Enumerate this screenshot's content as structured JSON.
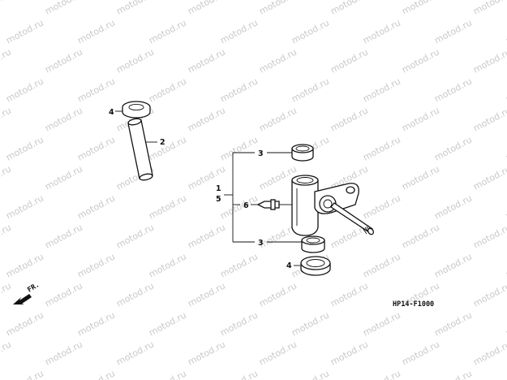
{
  "watermark": {
    "text": "motod.ru",
    "color": "#c9c9c9"
  },
  "callouts": {
    "c4_top": "4",
    "c2": "2",
    "c3_top": "3",
    "c1": "1",
    "c5": "5",
    "c6": "6",
    "c3_bottom": "3",
    "c4_bottom": "4"
  },
  "fr_label": "FR.",
  "diagram_code": "HP14-F1000",
  "icons": [
    "front-direction-arrow-icon"
  ]
}
